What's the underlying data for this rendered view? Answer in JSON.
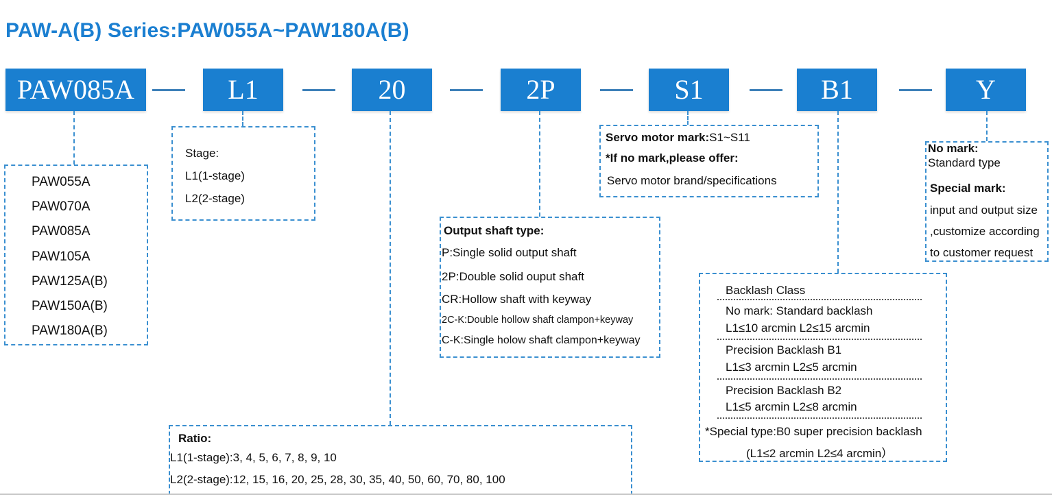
{
  "title": "PAW-A(B) Series:PAW055A~PAW180A(B)",
  "codes": [
    "PAW085A",
    "L1",
    "20",
    "2P",
    "S1",
    "B1",
    "Y"
  ],
  "model": {
    "items": [
      "PAW055A",
      "PAW070A",
      "PAW085A",
      "PAW105A",
      "PAW125A(B)",
      "PAW150A(B)",
      "PAW180A(B)"
    ]
  },
  "stage": {
    "heading": "Stage:",
    "items": [
      "L1(1-stage)",
      "L2(2-stage)"
    ]
  },
  "ratio": {
    "heading": "Ratio:",
    "l1": "L1(1-stage):3, 4, 5, 6, 7, 8, 9, 10",
    "l2": "L2(2-stage):12, 15, 16,  20, 25, 28, 30, 35, 40, 50, 60, 70, 80, 100"
  },
  "shaft": {
    "heading": "Output shaft type:",
    "items": [
      "P:Single solid output shaft",
      "2P:Double solid ouput shaft",
      "CR:Hollow shaft with keyway",
      "2C-K:Double hollow shaft clampon+keyway",
      "C-K:Single holow shaft clampon+keyway"
    ]
  },
  "servo": {
    "line1_bold": "Servo motor mark:",
    "line1_rest": "S1~S11",
    "line2": "*If no mark,please offer:",
    "line3": "Servo motor brand/specifications"
  },
  "backlash": {
    "heading": "Backlash Class",
    "std_label": "No mark: Standard backlash",
    "std_values": "L1≤10 arcmin   L2≤15 arcmin",
    "b1_label": "Precision Backlash B1",
    "b1_values": "L1≤3 arcmin   L2≤5 arcmin",
    "b2_label": "Precision Backlash B2",
    "b2_values": "L1≤5 arcmin   L2≤8 arcmin",
    "special_label": "*Special type:B0 super precision backlash",
    "special_values": "(L1≤2 arcmin   L2≤4 arcmin）"
  },
  "custom": {
    "nomark_label": "No mark:",
    "nomark_text": "Standard type",
    "special_label": "Special mark:",
    "special_lines": [
      "input and output size",
      ",customize according",
      "to customer request"
    ]
  }
}
